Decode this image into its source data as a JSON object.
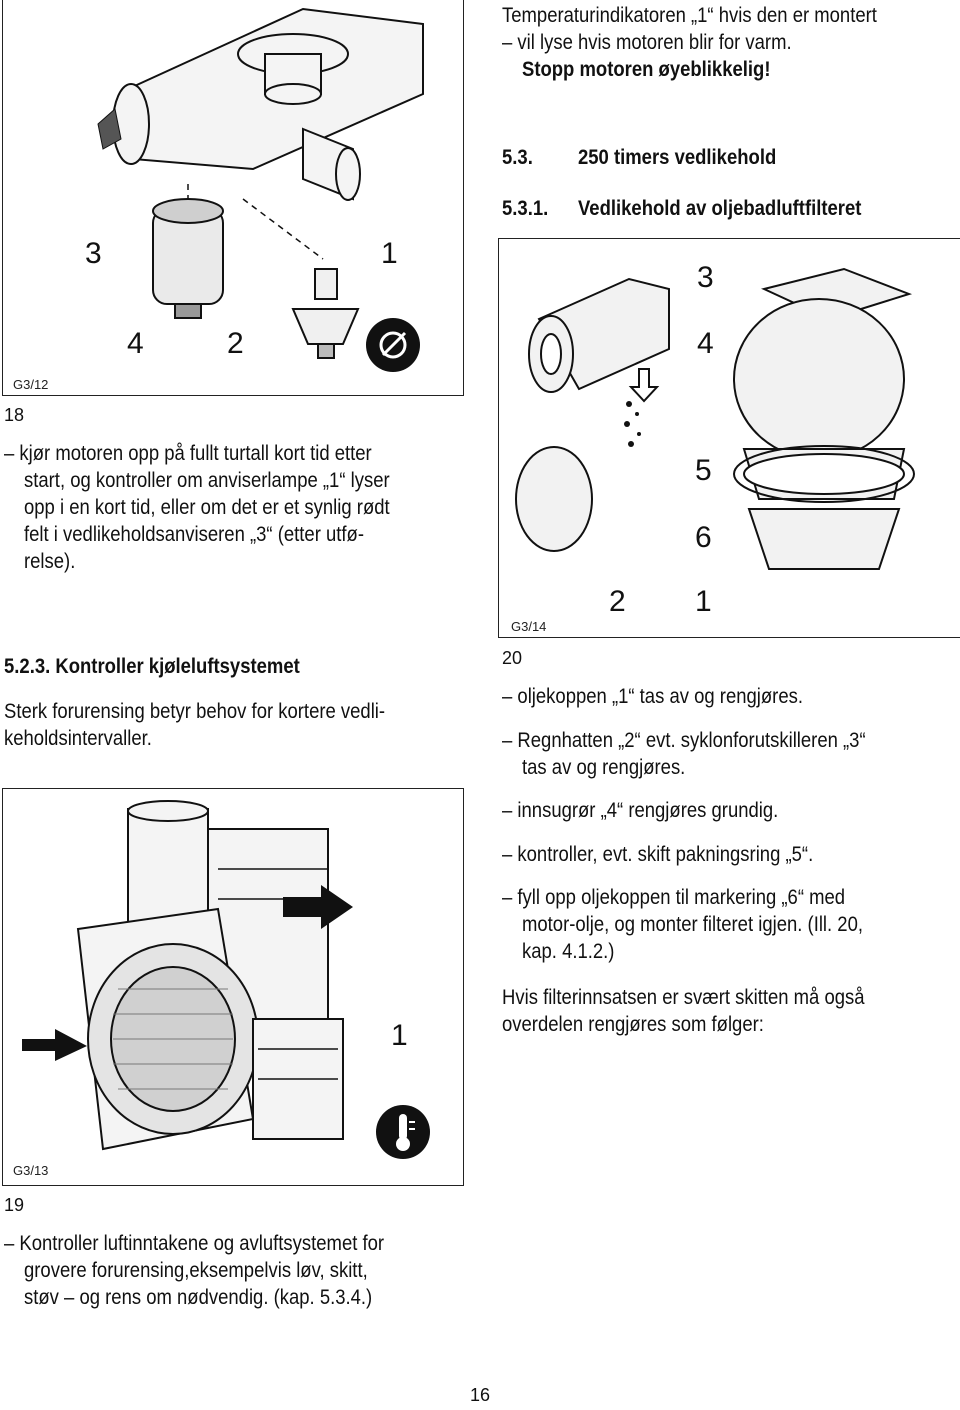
{
  "warning": {
    "line1": "Temperaturindikatoren „1“ hvis den er montert",
    "line2": "– vil lyse hvis motoren blir for varm.",
    "line3": "Stopp motoren øyeblikkelig!"
  },
  "section_5_3": {
    "number": "5.3.",
    "title": "250 timers vedlikehold"
  },
  "section_5_3_1": {
    "number": "5.3.1.",
    "title": "Vedlikehold av oljebadluftfilteret"
  },
  "fig_g3_12": {
    "code": "G3/12",
    "number": "18",
    "callouts": [
      "3",
      "1",
      "4",
      "2"
    ]
  },
  "fig18_text": [
    "– kjør motoren opp på fullt turtall kort tid etter",
    "start, og kontroller om anviserlampe „1“ lyser",
    "opp i en kort tid, eller om det er et synlig rødt",
    "felt i vedlikeholdsanviseren „3“ (etter utfø-",
    "relse)."
  ],
  "section_5_2_3": {
    "heading": "5.2.3. Kontroller kjøleluftsystemet",
    "body": [
      "Sterk forurensing betyr behov for kortere vedli-",
      "keholdsintervaller."
    ]
  },
  "fig_g3_13": {
    "code": "G3/13",
    "number": "19",
    "callouts": [
      "1"
    ]
  },
  "fig19_text": [
    "– Kontroller luftinntakene og avluftsystemet for",
    "grovere forurensing,eksempelvis løv, skitt,",
    "støv – og rens om nødvendig. (kap. 5.3.4.)"
  ],
  "fig_g3_14": {
    "code": "G3/14",
    "number": "20",
    "callouts": [
      "3",
      "4",
      "5",
      "6",
      "2",
      "1"
    ]
  },
  "fig20_text": [
    "– oljekoppen „1“ tas av og rengjøres.",
    "– Regnhatten „2“ evt. syklonforutskilleren „3“",
    "tas av og rengjøres.",
    "– innsugrør „4“ rengjøres grundig.",
    "– kontroller, evt. skift pakningsring „5“.",
    "– fyll opp oljekoppen til markering „6“ med",
    "motor-olje, og monter filteret igjen. (Ill. 20,",
    "kap. 4.1.2.)"
  ],
  "closing": [
    "Hvis filterinnsatsen er svært skitten må også",
    "overdelen rengjøres som følger:"
  ],
  "page_number": "16",
  "icons": [
    "engine-air-filter-illustration",
    "warning-lamp-icon",
    "thermometer-icon",
    "engine-illustration",
    "oil-bath-filter-illustration"
  ]
}
